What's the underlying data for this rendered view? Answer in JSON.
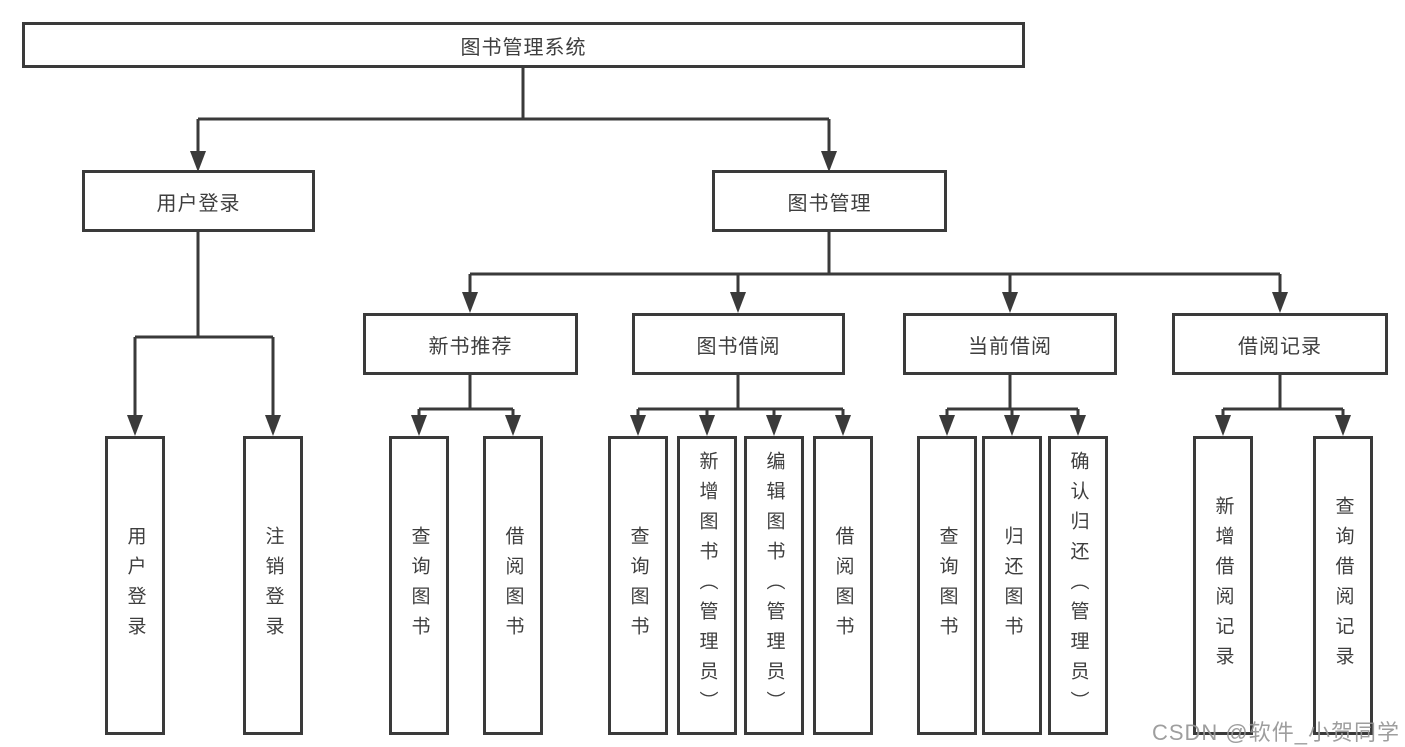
{
  "colors": {
    "line": "#3a3a3a",
    "box_border": "#3a3a3a",
    "text": "#3e3e3e",
    "watermark": "#969696",
    "background": "#ffffff"
  },
  "watermark": {
    "text": "CSDN @软件_小贺同学"
  },
  "tree": {
    "root": {
      "label": "图书管理系统"
    },
    "branches": [
      {
        "label": "用户登录",
        "children": [
          {
            "label": "用户登录"
          },
          {
            "label": "注销登录"
          }
        ]
      },
      {
        "label": "图书管理",
        "children": [
          {
            "label": "新书推荐",
            "children": [
              {
                "label": "查询图书"
              },
              {
                "label": "借阅图书"
              }
            ]
          },
          {
            "label": "图书借阅",
            "children": [
              {
                "label": "查询图书"
              },
              {
                "label": "新增图书（管理员）"
              },
              {
                "label": "编辑图书（管理员）"
              },
              {
                "label": "借阅图书"
              }
            ]
          },
          {
            "label": "当前借阅",
            "children": [
              {
                "label": "查询图书"
              },
              {
                "label": "归还图书"
              },
              {
                "label": "确认归还（管理员）"
              }
            ]
          },
          {
            "label": "借阅记录",
            "children": [
              {
                "label": "新增借阅记录"
              },
              {
                "label": "查询借阅记录"
              }
            ]
          }
        ]
      }
    ]
  }
}
